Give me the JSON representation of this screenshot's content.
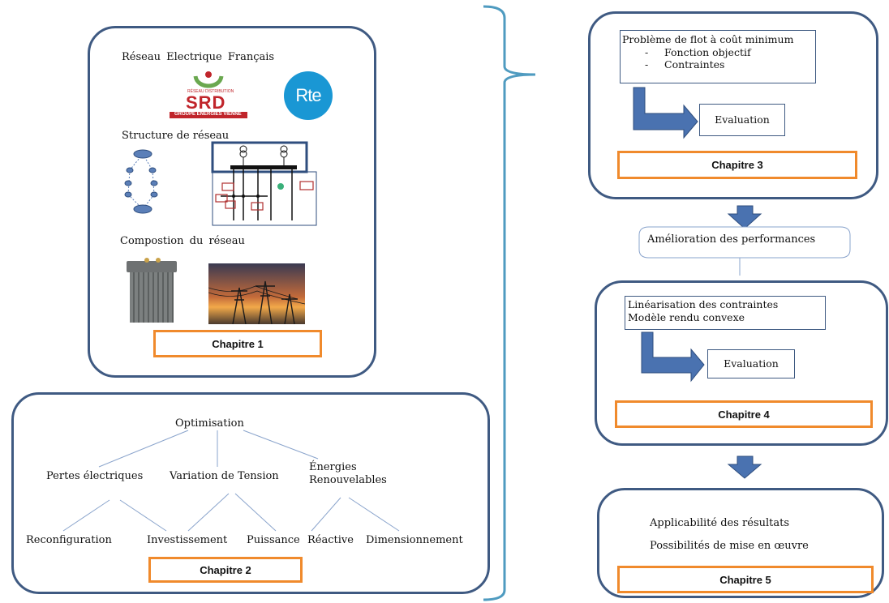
{
  "chapter1": {
    "title": "Réseau Electrique Français",
    "srd_logo": {
      "main": "SRD",
      "tagline": "GROUPE ENERGIES VIENNE",
      "small": "RÉSEAU DISTRIBUTION"
    },
    "rte_logo": "Rte",
    "structure_label": "Structure de réseau",
    "composition_label": "Compostion du réseau",
    "chapter_label": "Chapitre 1"
  },
  "chapter2": {
    "root": "Optimisation",
    "branches": [
      "Pertes électriques",
      "Variation de Tension",
      "Énergies\nRenouvelables"
    ],
    "leaves": [
      "Reconfiguration",
      "Investissement",
      "Puissance",
      "Réactive",
      "Dimensionnement"
    ],
    "chapter_label": "Chapitre 2"
  },
  "chapter3": {
    "problem_title": "Problème de flot à coût minimum",
    "items": [
      "Fonction objectif",
      "Contraintes"
    ],
    "bullet": "-",
    "evaluation": "Evaluation",
    "chapter_label": "Chapitre 3"
  },
  "improvement": "Amélioration des performances",
  "chapter4": {
    "lines": [
      "Linéarisation des contraintes",
      "Modèle rendu convexe"
    ],
    "evaluation": "Evaluation",
    "chapter_label": "Chapitre 4"
  },
  "chapter5": {
    "lines": [
      "Applicabilité des résultats",
      "Possibilités de mise en œuvre"
    ],
    "chapter_label": "Chapitre 5"
  },
  "colors": {
    "panel_border": "#3f5a82",
    "chapter_border": "#f08a2c",
    "arrow": "#4a72b0",
    "brace": "#4f9bc0",
    "rte": "#1a97d4",
    "srd_green": "#6aa84f",
    "srd_red": "#c0252b"
  }
}
